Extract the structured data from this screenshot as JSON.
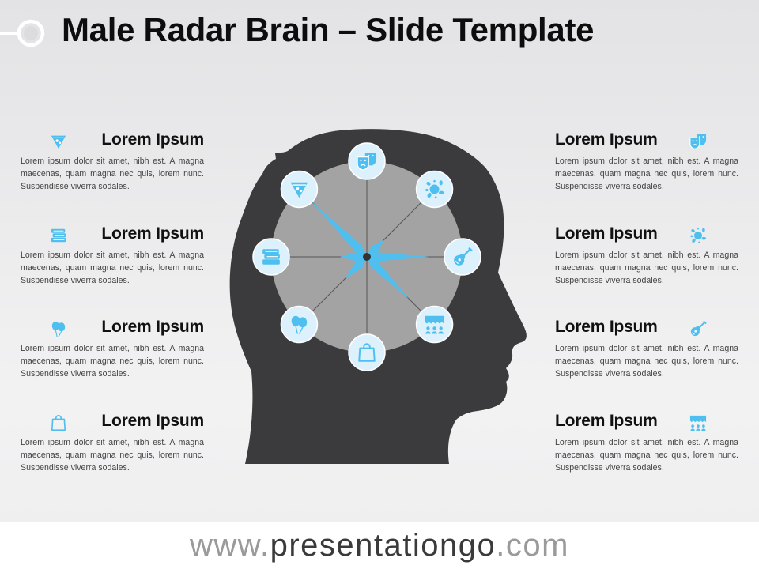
{
  "title": "Male Radar Brain – Slide Template",
  "colors": {
    "accent": "#4fbfef",
    "head": "#3b3b3d",
    "disc": "#a3a3a4",
    "badge": "#dcf1fb"
  },
  "items_left": [
    {
      "icon": "pizza-icon",
      "title": "Lorem Ipsum",
      "text": "Lorem ipsum dolor sit amet, nibh est. A magna maecenas, quam magna nec quis, lorem nunc. Suspendisse viverra sodales."
    },
    {
      "icon": "books-icon",
      "title": "Lorem Ipsum",
      "text": "Lorem ipsum dolor sit amet, nibh est. A magna maecenas, quam magna nec quis, lorem nunc. Suspendisse viverra sodales."
    },
    {
      "icon": "balloons-icon",
      "title": "Lorem Ipsum",
      "text": "Lorem ipsum dolor sit amet, nibh est. A magna maecenas, quam magna nec quis, lorem nunc. Suspendisse viverra sodales."
    },
    {
      "icon": "shopping-bag-icon",
      "title": "Lorem Ipsum",
      "text": "Lorem ipsum dolor sit amet, nibh est. A magna maecenas, quam magna nec quis, lorem nunc. Suspendisse viverra sodales."
    }
  ],
  "items_right": [
    {
      "icon": "theater-masks-icon",
      "title": "Lorem Ipsum",
      "text": "Lorem ipsum dolor sit amet, nibh est. A magna maecenas, quam magna nec quis, lorem nunc. Suspendisse viverra sodales."
    },
    {
      "icon": "paint-splash-icon",
      "title": "Lorem Ipsum",
      "text": "Lorem ipsum dolor sit amet, nibh est. A magna maecenas, quam magna nec quis, lorem nunc. Suspendisse viverra sodales."
    },
    {
      "icon": "guitar-icon",
      "title": "Lorem Ipsum",
      "text": "Lorem ipsum dolor sit amet, nibh est. A magna maecenas, quam magna nec quis, lorem nunc. Suspendisse viverra sodales."
    },
    {
      "icon": "cinema-icon",
      "title": "Lorem Ipsum",
      "text": "Lorem ipsum dolor sit amet, nibh est. A magna maecenas, quam magna nec quis, lorem nunc. Suspendisse viverra sodales."
    }
  ],
  "radar": {
    "axes": [
      "theater-masks-icon",
      "paint-splash-icon",
      "guitar-icon",
      "cinema-icon",
      "shopping-bag-icon",
      "balloons-icon",
      "books-icon",
      "pizza-icon"
    ],
    "values": [
      0.0,
      0.25,
      0.65,
      0.62,
      0.0,
      0.32,
      0.28,
      0.83
    ]
  },
  "footer": {
    "prefix": "www.",
    "brand": "presentationgo",
    "suffix": ".com"
  }
}
